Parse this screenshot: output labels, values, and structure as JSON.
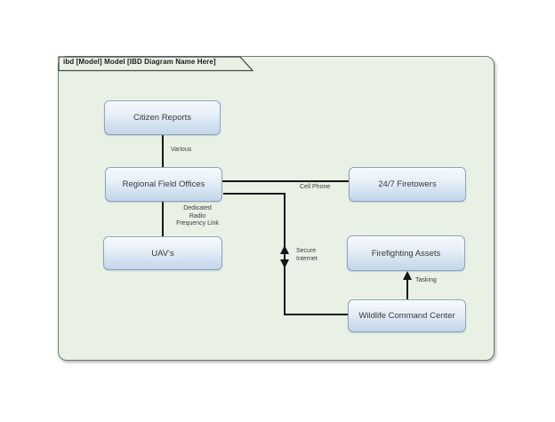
{
  "frame": {
    "title": "ibd [Model] Model [IBD Diagram Name Here]"
  },
  "nodes": {
    "citizen_reports": {
      "label": "Citizen Reports"
    },
    "regional_field_offices": {
      "label": "Regional Field Offices"
    },
    "firetowers": {
      "label": "24/7 Firetowers"
    },
    "uavs": {
      "label": "UAV's"
    },
    "firefighting_assets": {
      "label": "Firefighting Assets"
    },
    "wildlife_command_center": {
      "label": "Wildlife Command Center"
    }
  },
  "connector_labels": {
    "various": "Various",
    "cell_phone": "Cell Phone",
    "dedicated_line1": "Dedicated",
    "dedicated_line2": "Radio",
    "dedicated_line3": "Frequency Link",
    "secure_line1": "Secure",
    "secure_line2": "Internet",
    "tasking": "Tasking"
  },
  "connections": [
    {
      "from": "Citizen Reports",
      "to": "Regional Field Offices",
      "label": "Various",
      "style": "plain-line"
    },
    {
      "from": "Regional Field Offices",
      "to": "24/7 Firetowers",
      "label": "Cell Phone",
      "style": "plain-line"
    },
    {
      "from": "Regional Field Offices",
      "to": "UAV's",
      "label": "Dedicated Radio Frequency Link",
      "style": "plain-line"
    },
    {
      "from": "Regional Field Offices",
      "to": "Wildlife Command Center",
      "label": "Secure Internet",
      "style": "double-headed-arrow"
    },
    {
      "from": "Wildlife Command Center",
      "to": "Firefighting Assets",
      "label": "Tasking",
      "style": "arrow-up"
    }
  ],
  "colors": {
    "page_background": "#ffffff",
    "frame_fill": "#e8f1e4",
    "frame_border": "#6f7f73",
    "node_fill_top": "#f7fafd",
    "node_fill_bottom": "#c3d6ea",
    "node_border": "#89a5c6",
    "node_text": "#3a3a3a",
    "connector": "#161616"
  }
}
